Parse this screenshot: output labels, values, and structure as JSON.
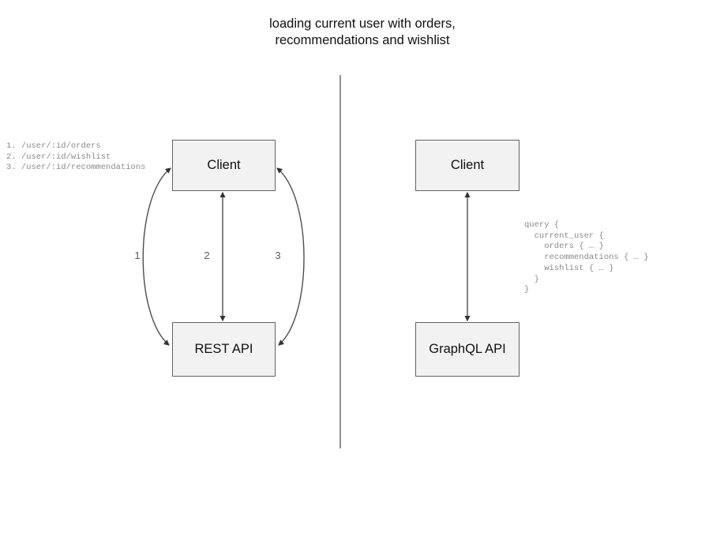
{
  "title": "loading current user with orders,\nrecommendations and wishlist",
  "colors": {
    "node_fill": "#f2f2f2",
    "node_stroke": "#636363",
    "edge_stroke": "#4d4d4d",
    "divider_stroke": "#6b6b6b",
    "code_text": "#8a8a8a",
    "label_text": "#5a5a5a",
    "background": "#ffffff"
  },
  "rest_side": {
    "client_label": "Client",
    "api_label": "REST API",
    "endpoints": "1. /user/:id/orders\n2. /user/:id/wishlist\n3. /user/:id/recommendations",
    "endpoint_list": [
      "1. /user/:id/orders",
      "2. /user/:id/wishlist",
      "3. /user/:id/recommendations"
    ],
    "edge_labels": [
      "1",
      "2",
      "3"
    ]
  },
  "graphql_side": {
    "client_label": "Client",
    "api_label": "GraphQL API",
    "query": "query {\n  current_user {\n    orders { … }\n    recommendations { … }\n    wishlist { … }\n  }\n}",
    "query_lines": [
      "query {",
      "  current_user {",
      "    orders { … }",
      "    recommendations { … }",
      "    wishlist { … }",
      "  }",
      "}"
    ]
  },
  "divider": {
    "name": "vertical-divider"
  }
}
